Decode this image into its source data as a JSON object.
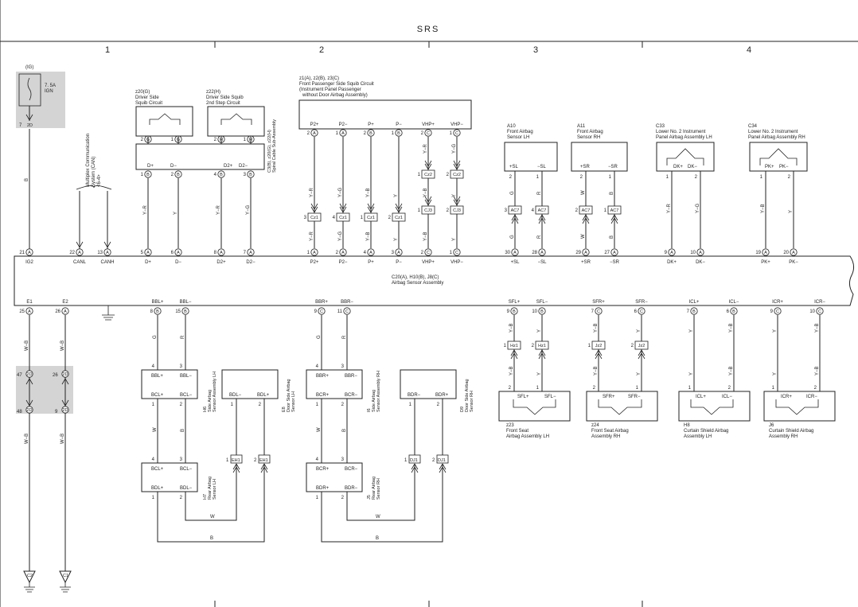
{
  "header": {
    "title": "SRS",
    "columns": [
      "1",
      "2",
      "3",
      "4"
    ]
  },
  "power": {
    "label": "(IG)",
    "fuse_amp": "7. 5A",
    "fuse_name": "IGN",
    "pin": "7",
    "conn": "2D",
    "wire": "B"
  },
  "mpx": {
    "label1": "Multiplex Communication",
    "label2": "System (CAN)",
    "label3": "<6-4>"
  },
  "driver_squib": {
    "title1": "z20(G)",
    "title2": "Driver Side",
    "title3": "Squib Circuit",
    "top_pins": [
      {
        "n": "2",
        "c": "G"
      },
      {
        "n": "1",
        "c": "G"
      }
    ],
    "in_labels": [
      "D+",
      "D−"
    ],
    "bot_pins": [
      {
        "n": "1",
        "c": "B"
      },
      {
        "n": "2",
        "c": "B"
      }
    ],
    "wires": [
      "Y−R",
      "Y"
    ]
  },
  "driver_squib2": {
    "title1": "z22(H)",
    "title2": "Driver Side Squib",
    "title3": "2nd Step Circuit",
    "top_pins": [
      {
        "n": "2",
        "c": "H"
      },
      {
        "n": "1",
        "c": "H"
      }
    ],
    "in_labels": [
      "D2+",
      "D2−"
    ],
    "bot_pins": [
      {
        "n": "4",
        "c": "B"
      },
      {
        "n": "3",
        "c": "B"
      }
    ],
    "wires": [
      "Y−R",
      "Y−G"
    ]
  },
  "spiral": {
    "label1": "C3(B), z20(G), z22(H)",
    "label2": "Spiral Cable Sub-Assembly"
  },
  "passenger": {
    "title1": "z1(A), z2(B), z3(C)",
    "title2": "Front Passenger Side Squib Circuit",
    "title3": "(Instrument Panel Passenger",
    "title4": "without Door Airbag Assembly)",
    "pins": [
      {
        "label": "P2+",
        "n": "2",
        "c": "A",
        "w1": "Y−R",
        "w2": "Y−R",
        "j": "Cz1",
        "jn": "3"
      },
      {
        "label": "P2−",
        "n": "1",
        "c": "A",
        "w1": "Y−G",
        "w2": "Y−G",
        "j": "Cz1",
        "jn": "4"
      },
      {
        "label": "P+",
        "n": "2",
        "c": "B",
        "w1": "Y−B",
        "w2": "Y−B",
        "j": "Cz1",
        "jn": "1"
      },
      {
        "label": "P−",
        "n": "1",
        "c": "B",
        "w1": "Y",
        "w2": "Y",
        "j": "Cz1",
        "jn": "2"
      },
      {
        "label": "VHP+",
        "n": "2",
        "c": "C",
        "w1": "Y−R",
        "w2": "Y−B",
        "j": "CJ3",
        "jn": "2"
      },
      {
        "label": "VHP−",
        "n": "1",
        "c": "C",
        "w1": "Y−G",
        "w2": "Y",
        "j": "CJ3",
        "jn": "2"
      }
    ],
    "j_top": [
      "Cz2",
      "Cz2"
    ],
    "j_top_n": [
      "1",
      "2"
    ],
    "j_mid_n": [
      "1",
      "2"
    ]
  },
  "sensor_lh": {
    "id": "A10",
    "t1": "Front Airbag",
    "t2": "Sensor LH",
    "pins": [
      "2",
      "1"
    ],
    "labels": [
      "+SL",
      "−SL"
    ],
    "wires": [
      "G",
      "R"
    ],
    "j": "AC7",
    "jn": [
      "3",
      "4"
    ]
  },
  "sensor_rh": {
    "id": "A11",
    "t1": "Front Airbag",
    "t2": "Sensor RH",
    "pins": [
      "2",
      "1"
    ],
    "labels": [
      "+SR",
      "−SR"
    ],
    "wires": [
      "W",
      "B"
    ],
    "j": "AC7",
    "jn": [
      "2",
      "1"
    ]
  },
  "lower_lh": {
    "id": "C33",
    "t1": "Lower No. 2 Instrument",
    "t2": "Panel Airbag Assembly LH",
    "pins": [
      "1",
      "2"
    ],
    "labels": [
      "DK+",
      "DK−"
    ],
    "wires": [
      "Y−R",
      "Y−G"
    ]
  },
  "lower_rh": {
    "id": "C34",
    "t1": "Lower No. 2 Instrument",
    "t2": "Panel Airbag Assembly RH",
    "pins": [
      "1",
      "2"
    ],
    "labels": [
      "PK+",
      "PK−"
    ],
    "wires": [
      "Y−B",
      "Y"
    ]
  },
  "ecu": {
    "title1": "C20(A), H10(B), J8(C)",
    "title2": "Airbag Sensor Assembly",
    "top_pins": [
      {
        "n": "21",
        "c": "A",
        "l": "IG2"
      },
      {
        "n": "22",
        "c": "A",
        "l": "CANL"
      },
      {
        "n": "13",
        "c": "A",
        "l": "CANH"
      },
      {
        "n": "5",
        "c": "A",
        "l": "D+"
      },
      {
        "n": "6",
        "c": "A",
        "l": "D−"
      },
      {
        "n": "8",
        "c": "A",
        "l": "D2+"
      },
      {
        "n": "7",
        "c": "A",
        "l": "D2−"
      },
      {
        "n": "1",
        "c": "A",
        "l": "P2+"
      },
      {
        "n": "2",
        "c": "A",
        "l": "P2−"
      },
      {
        "n": "4",
        "c": "A",
        "l": "P+"
      },
      {
        "n": "3",
        "c": "A",
        "l": "P−"
      },
      {
        "n": "2",
        "c": "C",
        "l": "VHP+"
      },
      {
        "n": "1",
        "c": "C",
        "l": "VHP−"
      },
      {
        "n": "30",
        "c": "A",
        "l": "+SL"
      },
      {
        "n": "28",
        "c": "A",
        "l": "−SL"
      },
      {
        "n": "29",
        "c": "A",
        "l": "+SR"
      },
      {
        "n": "27",
        "c": "A",
        "l": "−SR"
      },
      {
        "n": "9",
        "c": "A",
        "l": "DK+"
      },
      {
        "n": "10",
        "c": "A",
        "l": "DK−"
      },
      {
        "n": "19",
        "c": "A",
        "l": "PK+"
      },
      {
        "n": "20",
        "c": "A",
        "l": "PK−"
      }
    ],
    "bot_pins": [
      {
        "n": "25",
        "c": "A",
        "l": "E1"
      },
      {
        "n": "26",
        "c": "A",
        "l": "E2"
      },
      {
        "n": "8",
        "c": "B",
        "l": "BBL+"
      },
      {
        "n": "15",
        "c": "B",
        "l": "BBL−"
      },
      {
        "n": "9",
        "c": "C",
        "l": "BBR+"
      },
      {
        "n": "11",
        "c": "C",
        "l": "BBR−"
      },
      {
        "n": "9",
        "c": "B",
        "l": "SFL+"
      },
      {
        "n": "10",
        "c": "B",
        "l": "SFL−"
      },
      {
        "n": "7",
        "c": "C",
        "l": "SFR+"
      },
      {
        "n": "6",
        "c": "C",
        "l": "SFR−"
      },
      {
        "n": "7",
        "c": "B",
        "l": "ICL+"
      },
      {
        "n": "6",
        "c": "B",
        "l": "ICL−"
      },
      {
        "n": "9",
        "c": "C",
        "l": "ICR+"
      },
      {
        "n": "10",
        "c": "C",
        "l": "ICR−"
      }
    ]
  },
  "ground": {
    "wires": [
      "W−B",
      "W−B"
    ],
    "j1": [
      {
        "n": "47",
        "c": "2D"
      },
      {
        "n": "26",
        "c": "2D"
      }
    ],
    "j2": [
      {
        "n": "48",
        "c": "2D"
      },
      {
        "n": "9",
        "c": "2D"
      }
    ],
    "grounds": [
      "C2",
      "C1"
    ]
  },
  "left_side": {
    "wires": [
      "G",
      "R",
      "W",
      "B"
    ],
    "h6": {
      "pins": [
        "4",
        "3"
      ],
      "l_top": [
        "BBL+",
        "BBL−"
      ],
      "l_bot": [
        "BCL+",
        "BCL−"
      ],
      "pb": [
        "1",
        "2"
      ],
      "name1": "H6",
      "name2": "Side Airbag",
      "name3": "Sensor Assembly LH"
    },
    "e8": {
      "l": [
        "BDL−",
        "BDL+"
      ],
      "pb": [
        "1",
        "2"
      ],
      "name1": "E8",
      "name2": "Door Side Airbag",
      "name3": "Sensor LH"
    },
    "h7": {
      "pins": [
        "4",
        "3"
      ],
      "l_top": [
        "BCL+",
        "BCL−"
      ],
      "l_bot": [
        "BDL+",
        "BDL−"
      ],
      "pb": [
        "1",
        "2"
      ],
      "name1": "H7",
      "name2": "Rear Airbag",
      "name3": "Sensor LH"
    },
    "j": "EH1",
    "jn": [
      "1",
      "2"
    ]
  },
  "right_side": {
    "wires": [
      "G",
      "R",
      "W",
      "B"
    ],
    "i6": {
      "pins": [
        "4",
        "3"
      ],
      "l_top": [
        "BBR+",
        "BBR−"
      ],
      "l_bot": [
        "BCR+",
        "BCR−"
      ],
      "pb": [
        "1",
        "2"
      ],
      "name1": "I6",
      "name2": "Side Airbag",
      "name3": "Sensor Assembly RH"
    },
    "d9": {
      "l": [
        "BDR−",
        "BDR+"
      ],
      "pb": [
        "1",
        "2"
      ],
      "name1": "D9",
      "name2": "Door Side Airbag",
      "name3": "Sensor RH"
    },
    "j5": {
      "pins": [
        "4",
        "3"
      ],
      "l_top": [
        "BCR+",
        "BCR−"
      ],
      "l_bot": [
        "BDR+",
        "BDR−"
      ],
      "pb": [
        "1",
        "2"
      ],
      "name1": "J5",
      "name2": "Rear Airbag",
      "name3": "Sensor RH"
    },
    "j": "DJ1",
    "jn": [
      "1",
      "2"
    ]
  },
  "seat_lh": {
    "id": "z23",
    "t1": "Front Seat",
    "t2": "Airbag Assembly LH",
    "j": "Hz1",
    "jn": [
      "1",
      "2"
    ],
    "wires": [
      "Y−B",
      "Y"
    ],
    "pins": [
      "2",
      "1"
    ],
    "labels": [
      "SFL+",
      "SFL−"
    ]
  },
  "seat_rh": {
    "id": "z24",
    "t1": "Front Seat Airbag",
    "t2": "Assembly RH",
    "j": "Jz2",
    "jn": [
      "1",
      "2"
    ],
    "wires": [
      "Y−B",
      "Y"
    ],
    "pins": [
      "2",
      "1"
    ],
    "labels": [
      "SFR+",
      "SFR−"
    ]
  },
  "curtain_lh": {
    "id": "H8",
    "t1": "Curtain Shield Airbag",
    "t2": "Assembly LH",
    "wires": [
      "Y",
      "Y−B"
    ],
    "pins": [
      "1",
      "2"
    ],
    "labels": [
      "ICL+",
      "ICL−"
    ]
  },
  "curtain_rh": {
    "id": "J6",
    "t1": "Curtain Shield Airbag",
    "t2": "Assembly RH",
    "wires": [
      "Y",
      "Y−B"
    ],
    "pins": [
      "1",
      "2"
    ],
    "labels": [
      "ICR+",
      "ICR−"
    ]
  }
}
